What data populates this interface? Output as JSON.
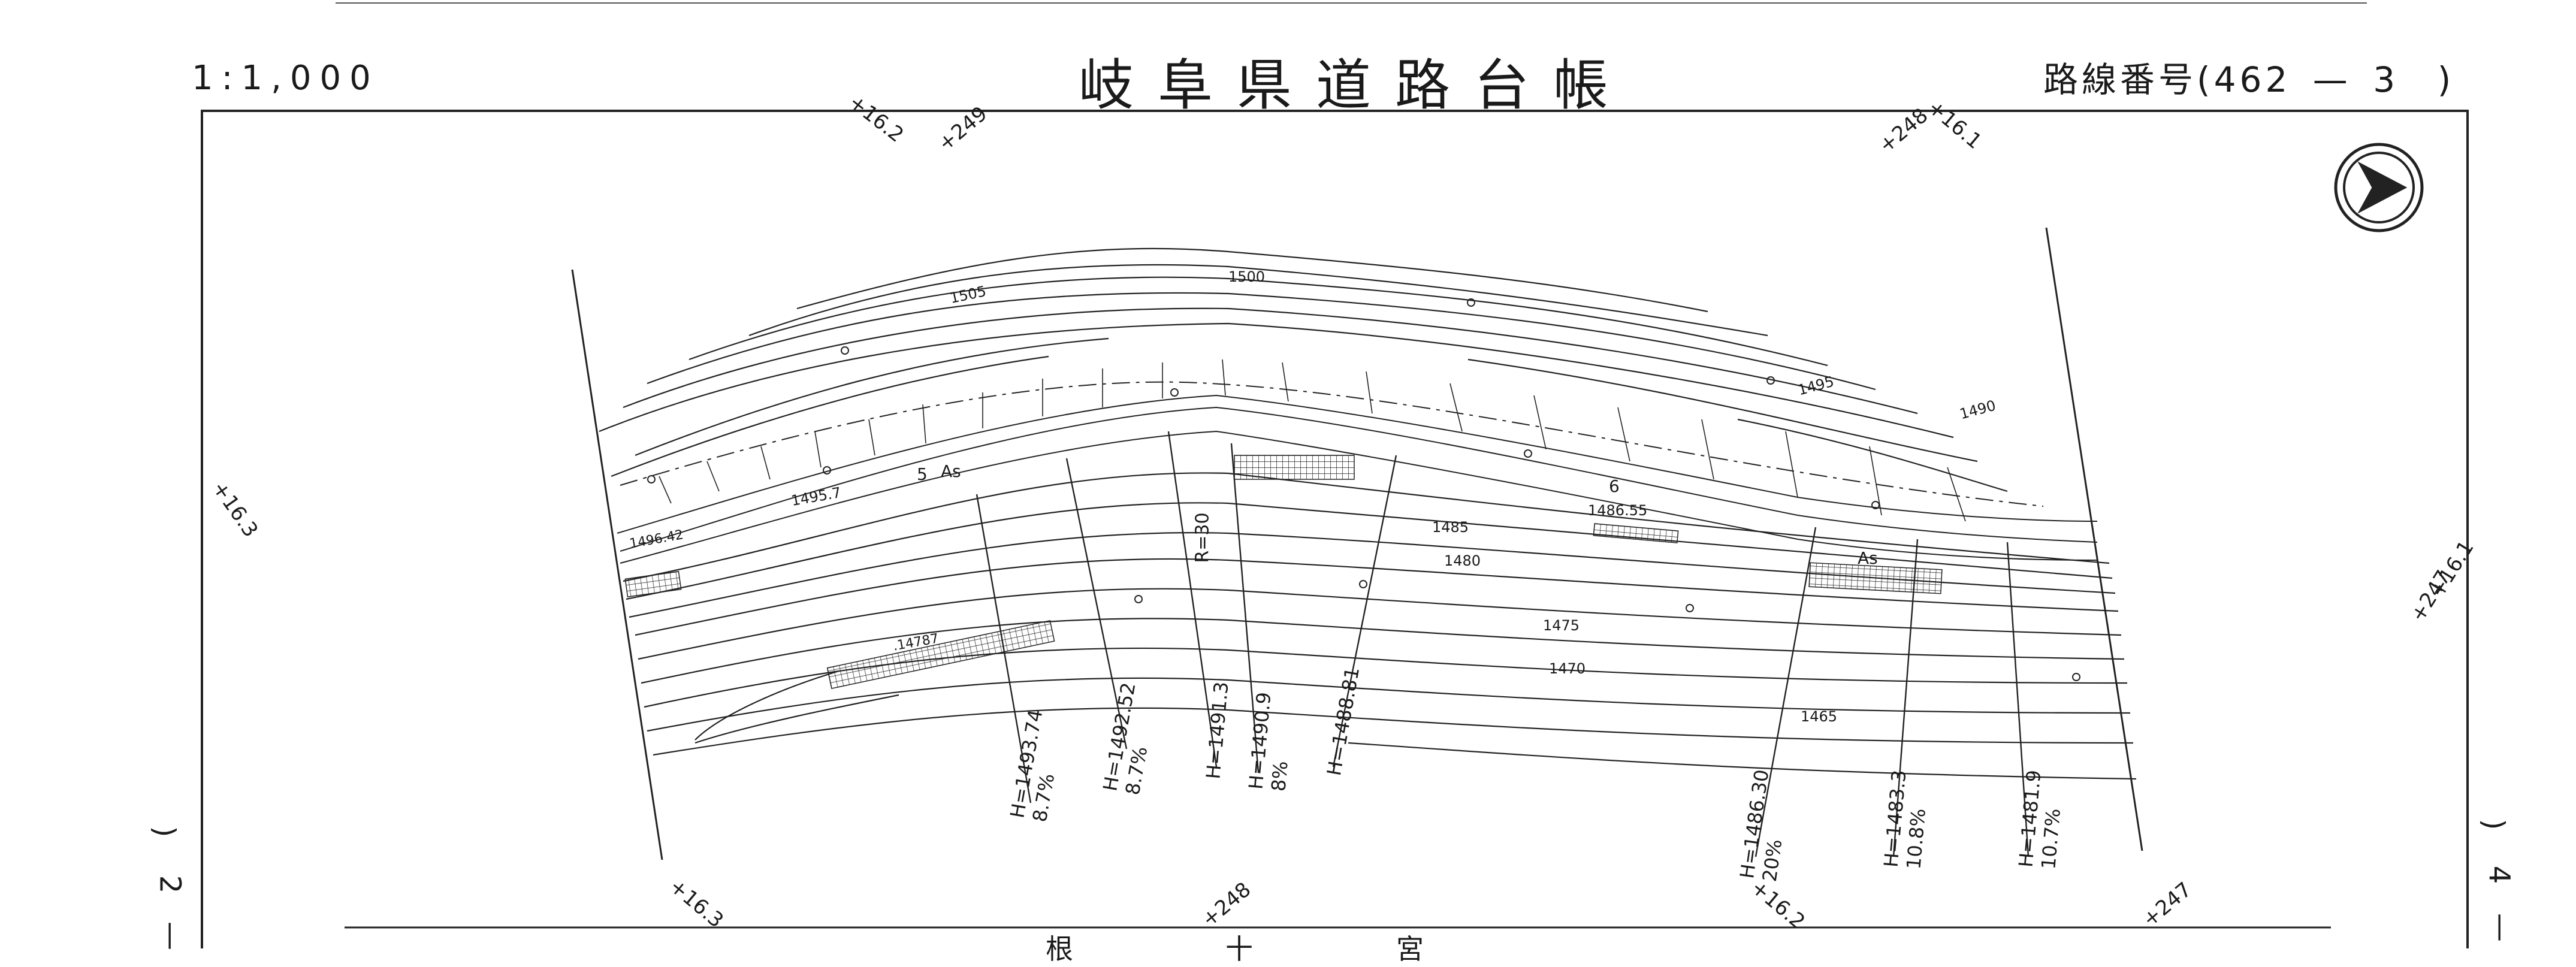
{
  "header": {
    "scale": "1:1,000",
    "title": "岐阜県道路台帳",
    "route_prefix": "路線番号(462",
    "route_dash": "—",
    "route_sheet": "3",
    "route_close": ")"
  },
  "side_labels": {
    "left_open": ")",
    "left_num": "2",
    "left_dash": "—",
    "right_open": ")",
    "right_num": "4",
    "right_dash": "—"
  },
  "icons": {
    "north_arrow": "north-arrow-icon"
  },
  "stations": {
    "top": [
      "+16.2",
      "+249",
      "+248",
      "+16.1"
    ],
    "bottom": [
      "+16.3",
      "+248",
      "+16.2",
      "+247"
    ],
    "left": "+16.3",
    "right": [
      "+16.1",
      "+247"
    ]
  },
  "contours": {
    "c1505": "1505",
    "c1500": "1500",
    "c1495": "1495",
    "c1490": "1490",
    "c1485": "1485",
    "c1480": "1480",
    "c1475": "1475",
    "c1470": "1470",
    "c1465": "1465"
  },
  "road": {
    "elev_left": "1496.42",
    "elev_1495": "1495.7",
    "elev_mid": "1486.55",
    "elev_low": ".14787",
    "lane_left": "5",
    "lane_right": "6",
    "surface": "As",
    "surface_right": "As",
    "curve": "R=30"
  },
  "heights": [
    {
      "h": "H=1493.74",
      "pct": "8.7%"
    },
    {
      "h": "H=1492.52",
      "pct": "8.7%"
    },
    {
      "h": "H=1491.3",
      "pct": ""
    },
    {
      "h": "H=1490.9",
      "pct": "8%"
    },
    {
      "h": "H=1488.81",
      "pct": ""
    },
    {
      "h": "H=1486.30",
      "pct": "20%"
    },
    {
      "h": "H=1483.3",
      "pct": "10.8%"
    },
    {
      "h": "H=1481.9",
      "pct": "10.7%"
    }
  ],
  "bottom_text": {
    "t1": "根",
    "t2": "十",
    "t3": "宮"
  }
}
